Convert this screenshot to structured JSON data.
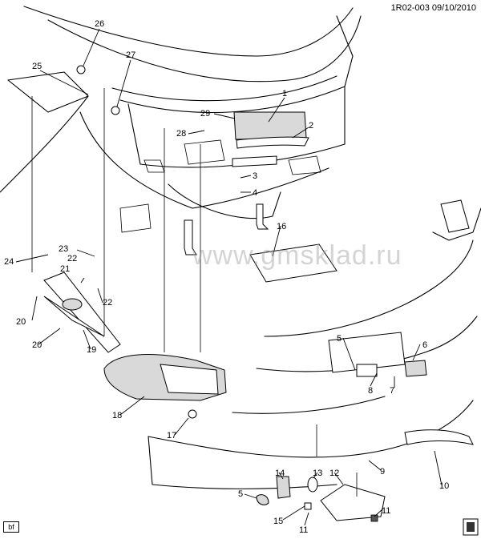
{
  "diagram_code": "1R02-003 09/10/2010",
  "watermark": "www.gmsklad.ru",
  "corner_label": "bf",
  "callouts": [
    "26",
    "25",
    "27",
    "1",
    "2",
    "29",
    "28",
    "3",
    "4",
    "16",
    "24",
    "23",
    "22",
    "21",
    "22",
    "20",
    "20",
    "19",
    "18",
    "17",
    "5",
    "6",
    "8",
    "7",
    "9",
    "10",
    "5",
    "14",
    "13",
    "12",
    "15",
    "11",
    "11"
  ]
}
